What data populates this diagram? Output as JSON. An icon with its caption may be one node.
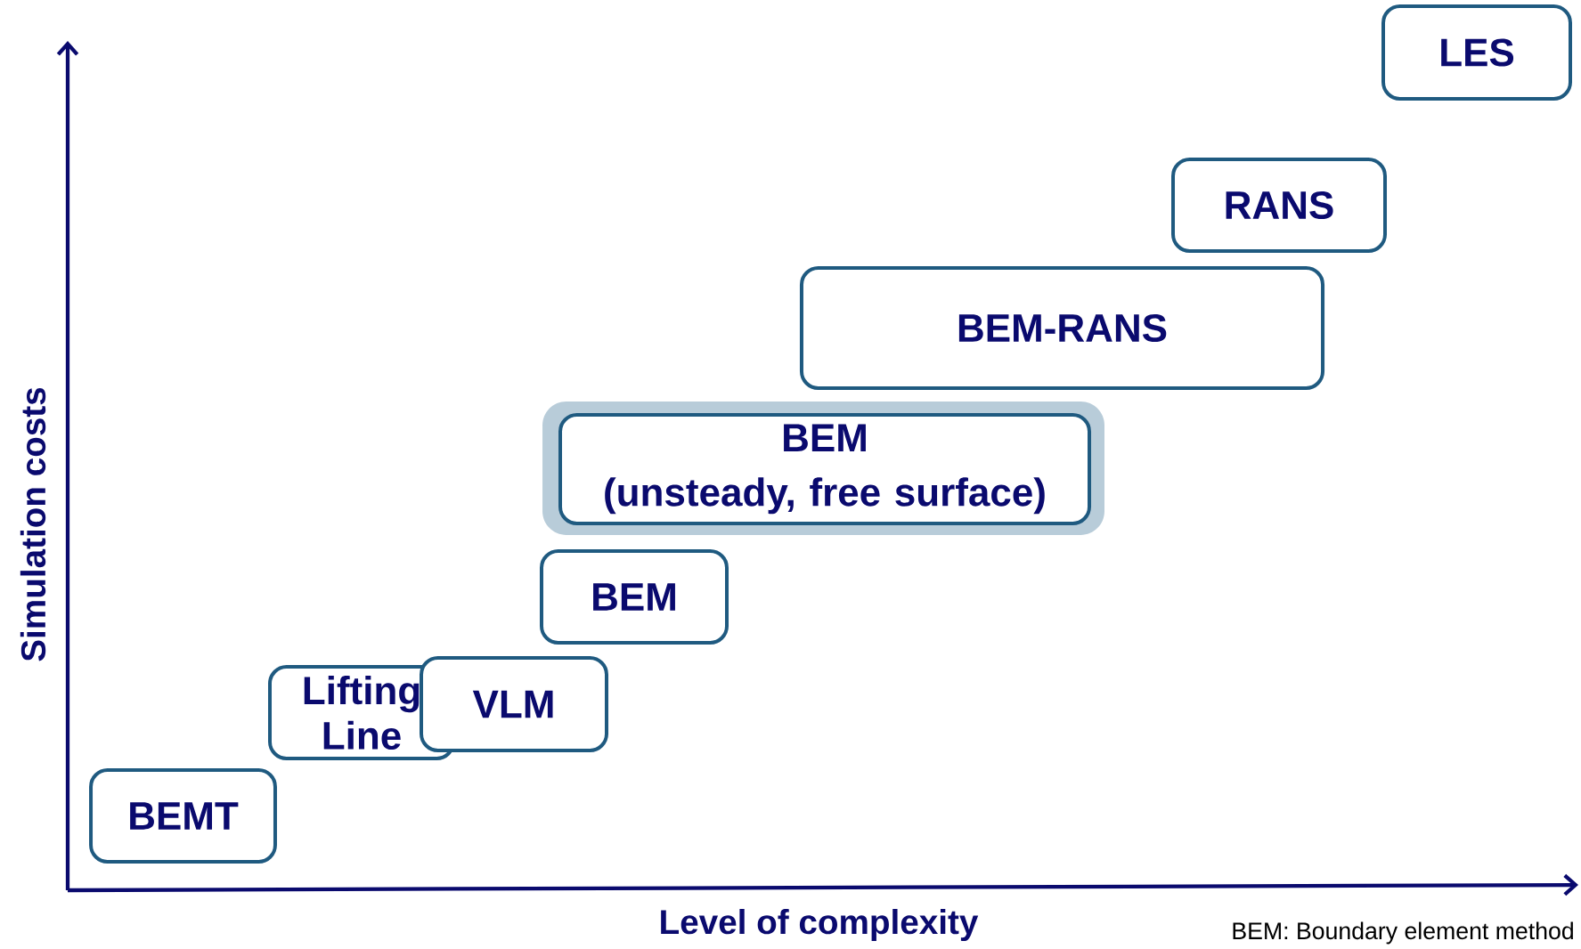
{
  "diagram": {
    "nodes": [
      {
        "text": [
          "BEMT"
        ]
      },
      {
        "text": [
          "Lifting Line"
        ]
      },
      {
        "text": [
          "VLM"
        ]
      },
      {
        "text": [
          "BEM"
        ]
      },
      {
        "text": [],
        "shape": "box"
      },
      {
        "text": [
          "BEM",
          "(unsteady, free surface)"
        ],
        "in": 4
      },
      {
        "text": [
          "BEM-RANS"
        ]
      },
      {
        "text": [
          "RANS"
        ]
      },
      {
        "text": [
          "LES"
        ]
      }
    ],
    "labels": [
      "Simulation costs",
      "Level of complexity",
      "BEM: Boundary element method"
    ]
  }
}
